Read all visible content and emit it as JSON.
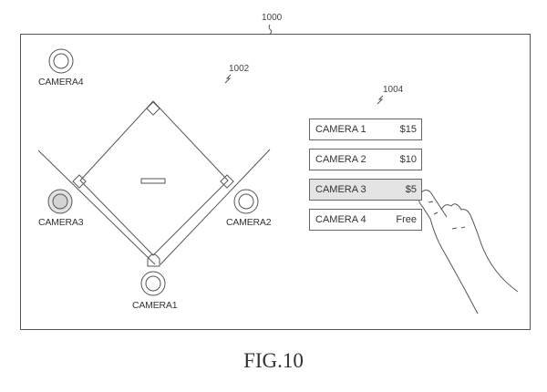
{
  "figure": {
    "caption": "FIG.10",
    "refs": {
      "screen": "1000",
      "field": "1002",
      "menu": "1004"
    }
  },
  "field": {
    "cameras": [
      {
        "id": "camera1",
        "label": "CAMERA1",
        "highlighted": false
      },
      {
        "id": "camera2",
        "label": "CAMERA2",
        "highlighted": false
      },
      {
        "id": "camera3",
        "label": "CAMERA3",
        "highlighted": true
      },
      {
        "id": "camera4",
        "label": "CAMERA4",
        "highlighted": false
      }
    ]
  },
  "menu": {
    "items": [
      {
        "name": "CAMERA 1",
        "price": "$15",
        "selected": false
      },
      {
        "name": "CAMERA 2",
        "price": "$10",
        "selected": false
      },
      {
        "name": "CAMERA 3",
        "price": "$5",
        "selected": true
      },
      {
        "name": "CAMERA 4",
        "price": "Free",
        "selected": false
      }
    ]
  },
  "gesture": {
    "icon": "pointing-hand-icon",
    "target": "CAMERA 3"
  }
}
